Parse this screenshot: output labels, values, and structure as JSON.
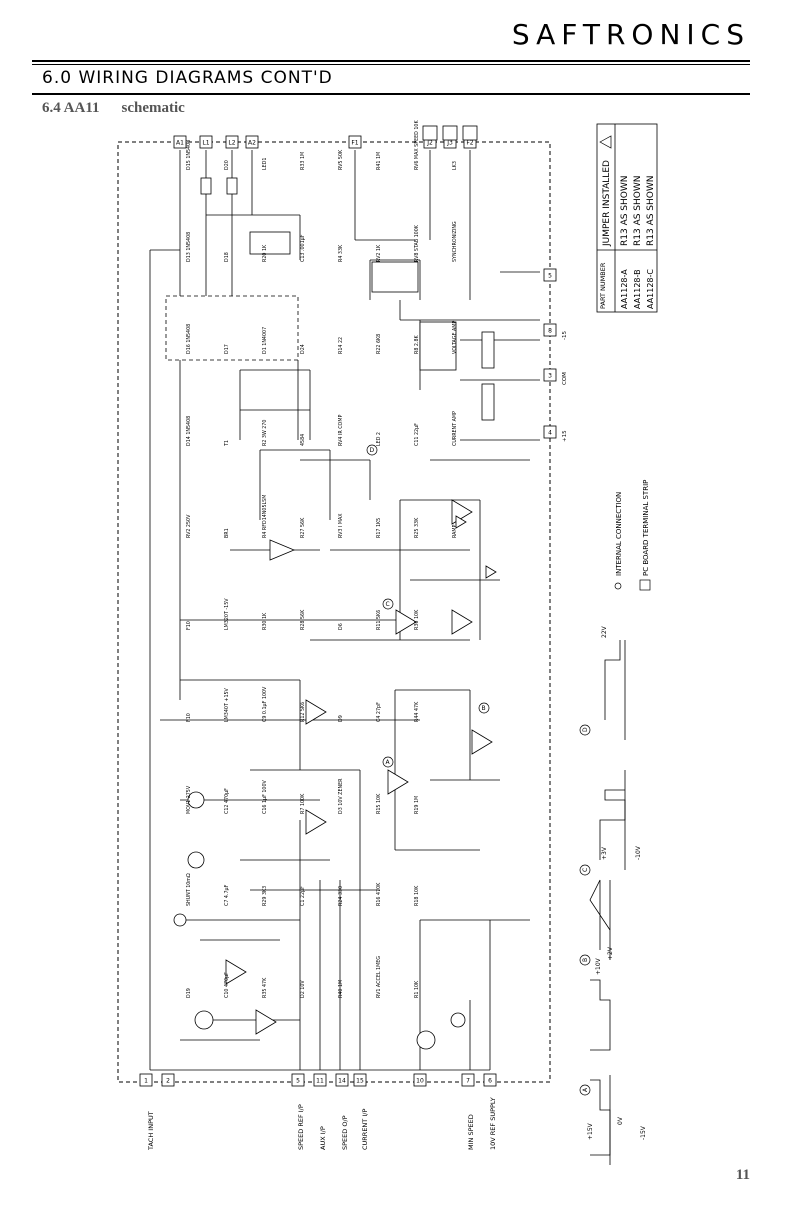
{
  "header": {
    "brand": "SAFTRONICS",
    "section_title": "6.0 WIRING DIAGRAMS CONT'D",
    "subsection_number": "6.4 AA11",
    "subsection_title": "schematic"
  },
  "schematic": {
    "top_terminals": [
      "A1",
      "L1",
      "L2",
      "A2",
      "F1",
      "J2",
      "J3",
      "F2"
    ],
    "bottom_terminals": [
      "1",
      "2",
      "5",
      "11",
      "14",
      "15",
      "10",
      "7",
      "6"
    ],
    "bottom_labels": [
      "TACH INPUT",
      "SPEED REF I/P",
      "AUX I/P",
      "SPEED O/P",
      "CURRENT I/P",
      "MIN SPEED",
      "10V REF SUPPLY"
    ],
    "right_terminals": [
      "5",
      "8",
      "3",
      "4"
    ],
    "right_terminal_labels": [
      "",
      "-15",
      "COM",
      "+15"
    ],
    "component_labels": [
      "D15 1N5408",
      "D13 1N5408",
      "D16 1N5408",
      "D14 1N5408",
      "RV2 250V",
      "F10",
      "F10",
      "MOV1 275V",
      "SHUNT 10mΩ",
      "D19",
      "D20",
      "D18",
      "D17",
      "T1",
      "BR1",
      "LM320T -15V",
      "LM340T +15V",
      "C12 470µF",
      "C7 4.7µF",
      "C10 470µF",
      "LED1",
      "R20 1K",
      "D1 1N4007",
      "R2 3W 270",
      "R4 RFD14N05LSM",
      "R30 1K",
      "C9 0.1µF 100V",
      "C16 1µF 100V",
      "R29 3K3",
      "R35 47K",
      "R33 1M",
      "C13 .001µF",
      "D24",
      "4584",
      "R27 56K",
      "R28 56K",
      "R12 5K6",
      "R7 100K",
      "C1 22µF",
      "D2 10V",
      "RV5 50K",
      "R4 33K",
      "R14 22",
      "RV4 IR COMP",
      "RV3 I MAX",
      "D6",
      "D9",
      "D3 10V ZENER",
      "R24 330",
      "R40 1M",
      "R41 1M",
      "RV2 1K",
      "R22 6K8",
      "LED 2",
      "R17 1K5",
      "R11 5K6",
      "C4 27pF",
      "R15 10K",
      "R16 470K",
      "RV1 ACCEL 1MEG",
      "RV6 MAX SPEED 10K",
      "RV8 STAB 100K",
      "R8 2.8K",
      "C11 22µF",
      "R25 33K",
      "R36 10K",
      "R44 47K",
      "R19 1M",
      "R18 10K",
      "R1 10K",
      "LK3",
      "SYNCHRONIZING",
      "VOLTAGE AMP",
      "CURRENT AMP",
      "RAMP"
    ],
    "jumper_table": {
      "headers": [
        "PART NUMBER",
        "JUMPER INSTALLED"
      ],
      "rows": [
        [
          "AA1128-A",
          "R13 AS SHOWN"
        ],
        [
          "AA1128-B",
          "R13 AS SHOWN"
        ],
        [
          "AA1128-C",
          "R13 AS SHOWN"
        ]
      ]
    },
    "legend": {
      "internal_connection": "INTERNAL CONNECTION",
      "terminal_strip": "PC BOARD TERMINAL STRIP"
    },
    "waveforms": {
      "A_levels": [
        "+15V",
        "0V",
        "-15V"
      ],
      "B_levels": [
        "+10V",
        "+2V"
      ],
      "C_levels": [
        "+3V",
        "-10V"
      ],
      "D_levels": [
        "22V"
      ],
      "markers": [
        "A",
        "B",
        "C",
        "D"
      ]
    }
  },
  "footer": {
    "page_number": "11"
  }
}
